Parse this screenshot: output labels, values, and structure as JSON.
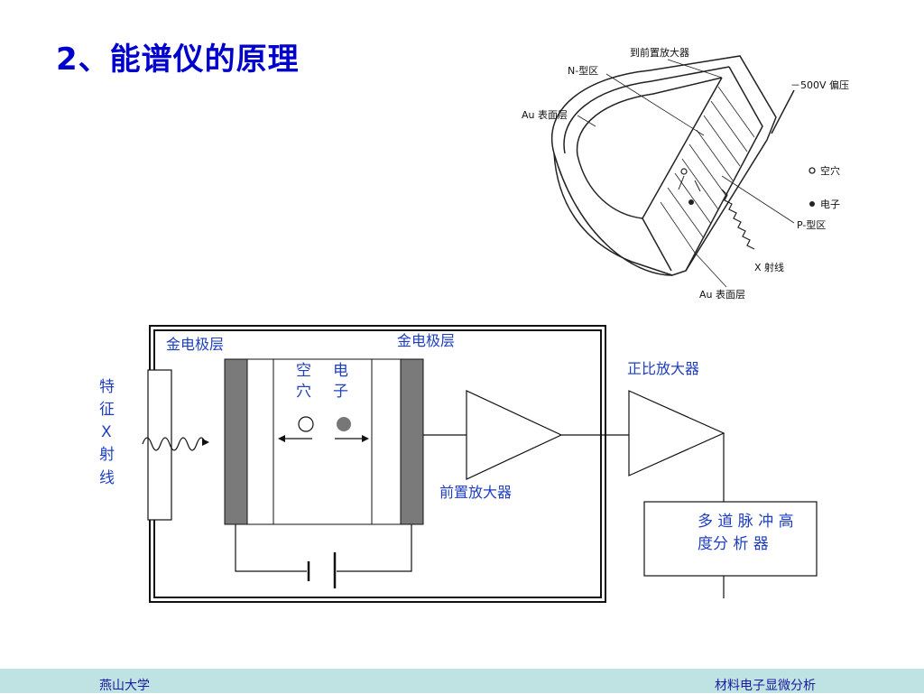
{
  "slide": {
    "title": "2、能谱仪的原理"
  },
  "top_diagram": {
    "to_preamp": "到前置放大器",
    "n_region": "N-型区",
    "bias": "－500V 偏压",
    "au_surface_top": "Au 表面层",
    "hole": "空穴",
    "electron": "电子",
    "p_region": "P-型区",
    "xray": "X 射线",
    "au_surface_bottom": "Au 表面层"
  },
  "schematic": {
    "electrode_left": "金电极层",
    "electrode_right": "金电极层",
    "xray_chars": [
      "特",
      "征",
      "X",
      "射",
      "线"
    ],
    "hole_chars": [
      "空",
      "穴"
    ],
    "electron_chars": [
      "电",
      "子"
    ],
    "preamp": "前置放大器",
    "prop_amp": "正比放大器",
    "mca_line1": "多 道 脉 冲 高",
    "mca_line2": "度分 析 器"
  },
  "footer": {
    "left": "燕山大学",
    "right": "材料电子显微分析"
  },
  "colors": {
    "title": "#0000cc",
    "label_blue": "#1f3fbf",
    "footer_bg": "#bfe3e3",
    "electrode_gray": "#7a7a7a"
  }
}
